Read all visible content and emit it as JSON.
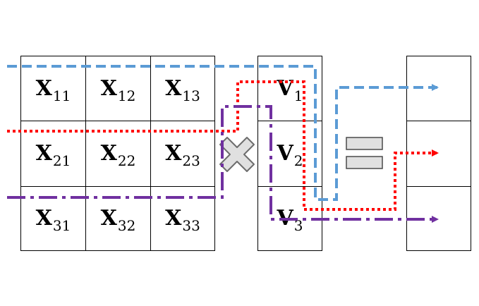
{
  "matrix_x": {
    "cells": [
      [
        {
          "base": "X",
          "sub": "11"
        },
        {
          "base": "X",
          "sub": "12"
        },
        {
          "base": "X",
          "sub": "13"
        }
      ],
      [
        {
          "base": "X",
          "sub": "21"
        },
        {
          "base": "X",
          "sub": "22"
        },
        {
          "base": "X",
          "sub": "23"
        }
      ],
      [
        {
          "base": "X",
          "sub": "31"
        },
        {
          "base": "X",
          "sub": "32"
        },
        {
          "base": "X",
          "sub": "33"
        }
      ]
    ]
  },
  "vector_v": {
    "cells": [
      {
        "base": "V",
        "sub": "1"
      },
      {
        "base": "V",
        "sub": "2"
      },
      {
        "base": "V",
        "sub": "3"
      }
    ]
  },
  "operators": {
    "multiply": "multiply-sign",
    "equals": "equals-sign"
  },
  "colors": {
    "row1_path": "#5b9bd5",
    "row2_path": "#ff0000",
    "row3_path": "#7030a0",
    "operator_fill": "#e0e0e0",
    "operator_stroke": "#6d6d6d"
  }
}
